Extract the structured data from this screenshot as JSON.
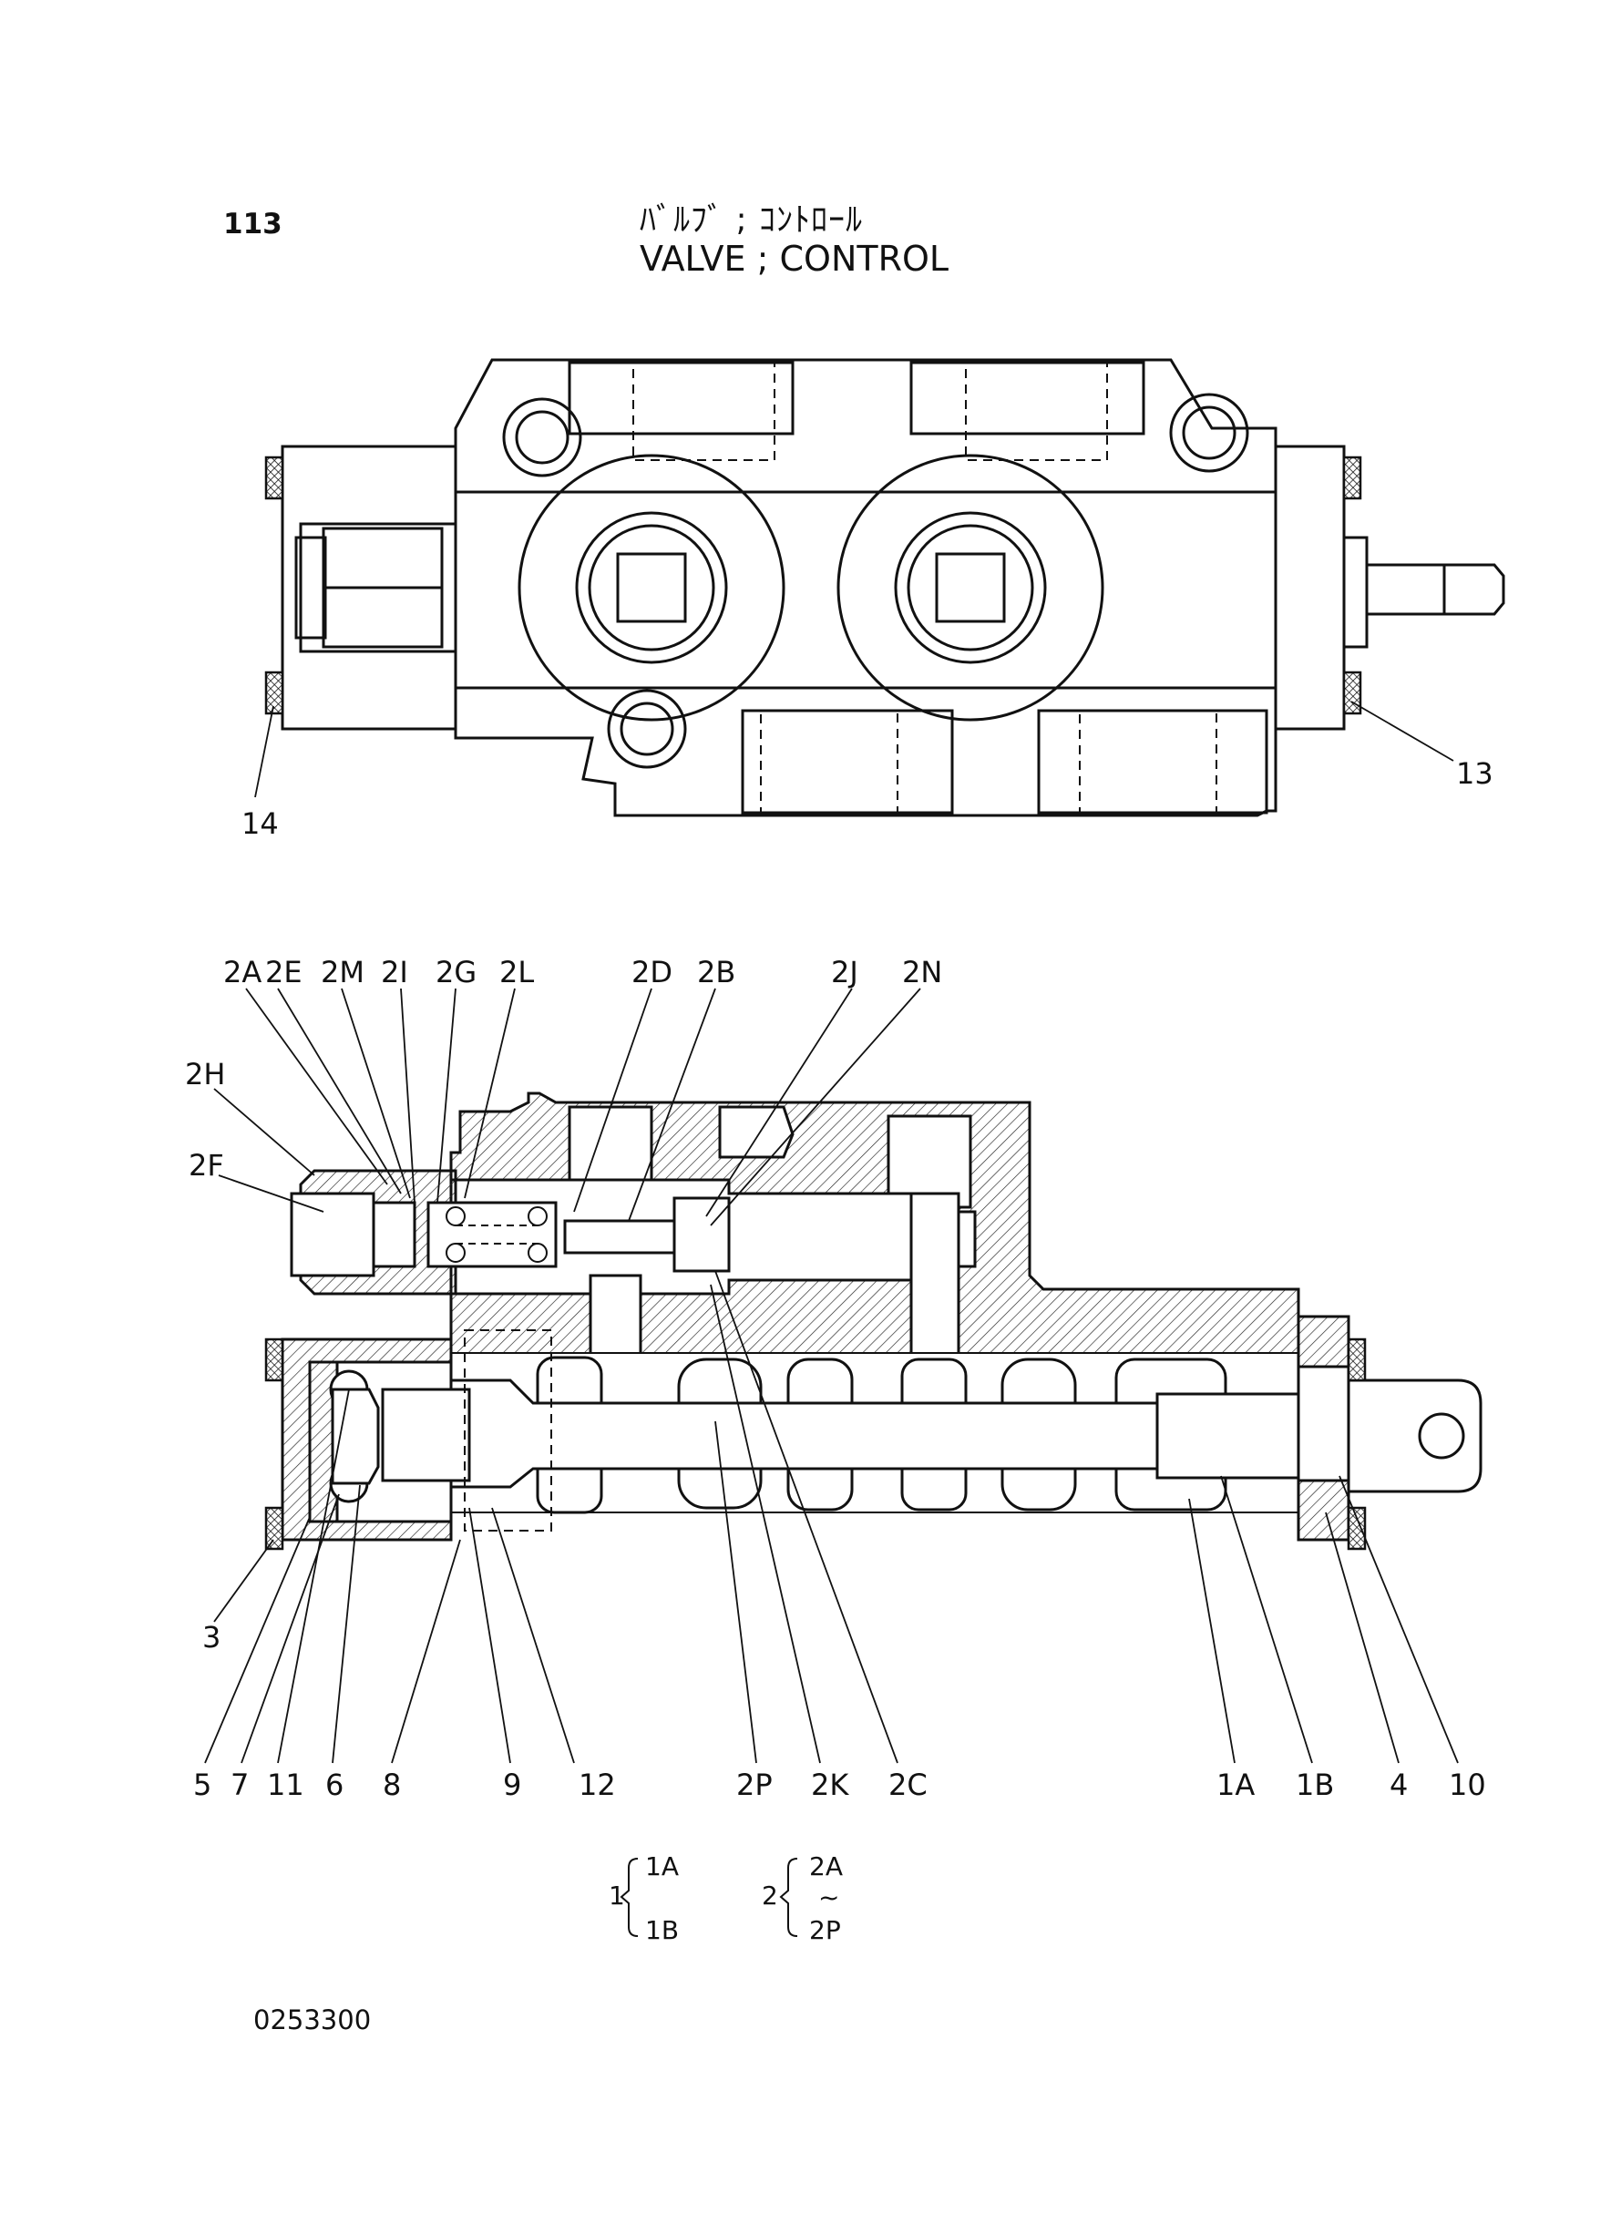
{
  "page_number": "113",
  "title_jp": "ﾊﾞﾙﾌﾞ ; ｺﾝﾄﾛｰﾙ",
  "title_en": "VALVE ; CONTROL",
  "document_code": "0253300",
  "top_view_labels": {
    "part_13": "13",
    "part_14": "14"
  },
  "section_labels": {
    "p2A": "2A",
    "p2E": "2E",
    "p2M": "2M",
    "p2I": "2I",
    "p2G": "2G",
    "p2L": "2L",
    "p2D": "2D",
    "p2B": "2B",
    "p2J": "2J",
    "p2N": "2N",
    "p2H": "2H",
    "p2F": "2F",
    "p3": "3",
    "p5": "5",
    "p7": "7",
    "p11": "11",
    "p6": "6",
    "p8": "8",
    "p9": "9",
    "p12": "12",
    "p2P": "2P",
    "p2K": "2K",
    "p2C": "2C",
    "p1A": "1A",
    "p1B": "1B",
    "p4": "4",
    "p10": "10"
  },
  "assembly_groups": {
    "g1_parent": "1",
    "g1_child_a": "1A",
    "g1_child_b": "1B",
    "g2_parent": "2",
    "g2_child_first": "2A",
    "g2_range": "~",
    "g2_child_last": "2P"
  },
  "colors": {
    "line": "#111111",
    "hatch": "#222222",
    "background": "#ffffff"
  }
}
